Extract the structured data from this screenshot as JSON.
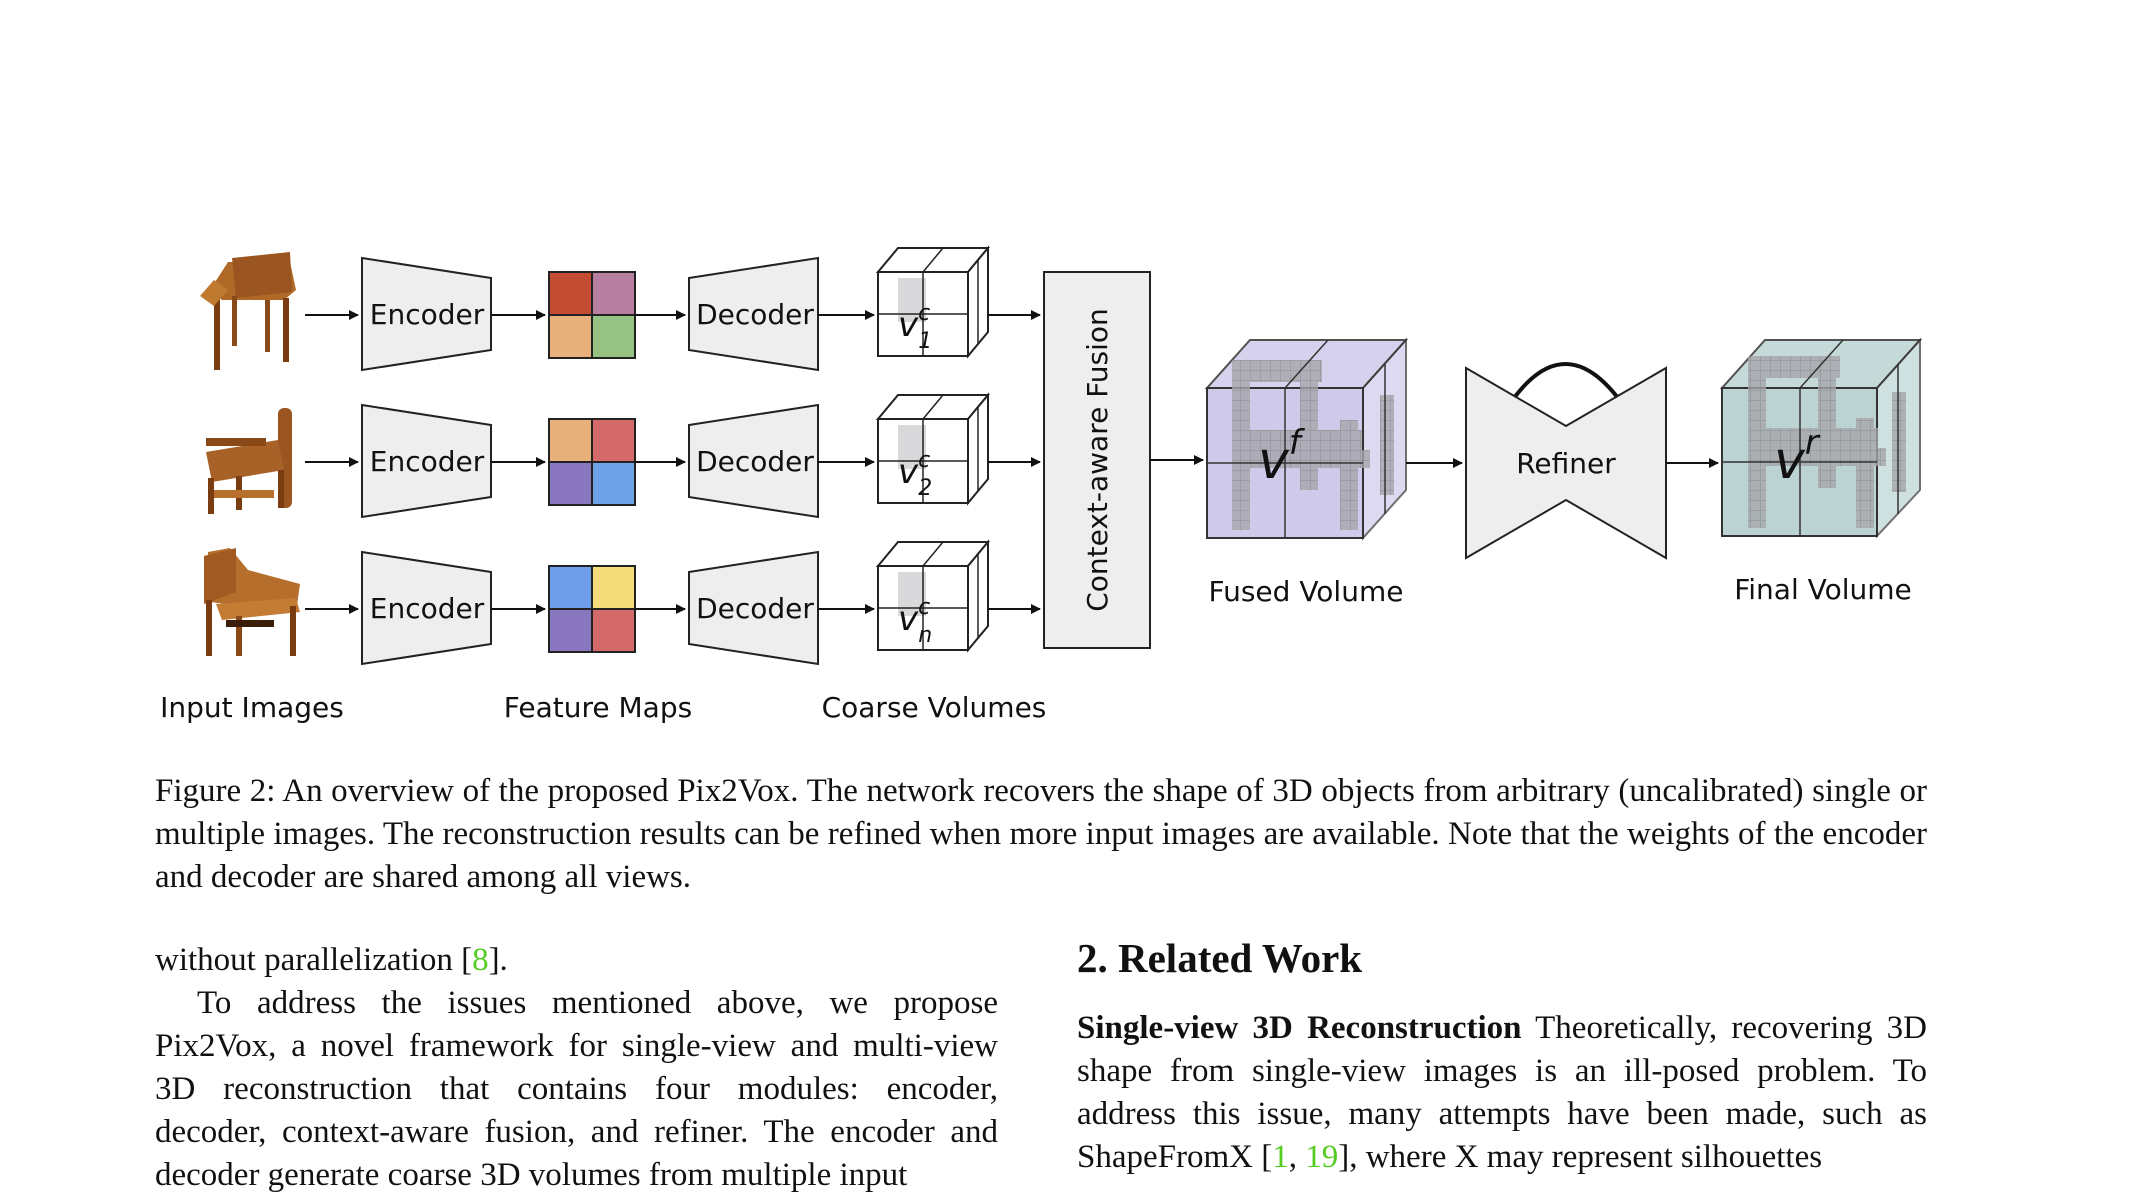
{
  "figure": {
    "encoder_label": "Encoder",
    "decoder_label": "Decoder",
    "fusion_label": "Context-aware Fusion",
    "refiner_label": "Refiner",
    "coarse_symbols": [
      "v",
      "v",
      "v"
    ],
    "coarse_sup": "c",
    "coarse_subs": [
      "1",
      "2",
      "n"
    ],
    "fused_symbol": "v",
    "fused_sup": "f",
    "final_symbol": "v",
    "final_sup": "r",
    "captions": {
      "input_images": "Input Images",
      "feature_maps": "Feature Maps",
      "coarse_volumes": "Coarse Volumes",
      "fused_volume": "Fused Volume",
      "final_volume": "Final Volume"
    },
    "feature_colors": [
      [
        "#c44c33",
        "#b77ea0",
        "#e8b07a",
        "#96c283"
      ],
      [
        "#e8b07a",
        "#d46a6a",
        "#8877bf",
        "#6fa3e8"
      ],
      [
        "#6f9ee8",
        "#f4dc7a",
        "#8877bf",
        "#d46a6a"
      ]
    ],
    "fused_color": "#cfc9ea",
    "final_color": "#bcd3d3"
  },
  "caption": "Figure 2: An overview of the proposed Pix2Vox. The network recovers the shape of 3D objects from arbitrary (uncalibrated) single or multiple images. The reconstruction results can be refined when more input images are available. Note that the weights of the encoder and decoder are shared among all views.",
  "left": {
    "p1_text": "without parallelization [",
    "p1_cite": "8",
    "p1_end": "].",
    "p2": "To address the issues mentioned above, we propose Pix2Vox, a novel framework for single-view and multi-view 3D reconstruction that contains four modules: encoder, decoder, context-aware fusion, and refiner. The encoder and decoder generate coarse 3D volumes from multiple input"
  },
  "right": {
    "section_title": "2. Related Work",
    "para_head": "Single-view 3D Reconstruction",
    "para_text": " Theoretically, recovering 3D shape from single-view images is an ill-posed problem. To address this issue, many attempts have been made, such as ShapeFromX [",
    "cite1": "1",
    "sep": ", ",
    "cite2": "19",
    "para_tail": "], where X may represent silhouettes"
  }
}
